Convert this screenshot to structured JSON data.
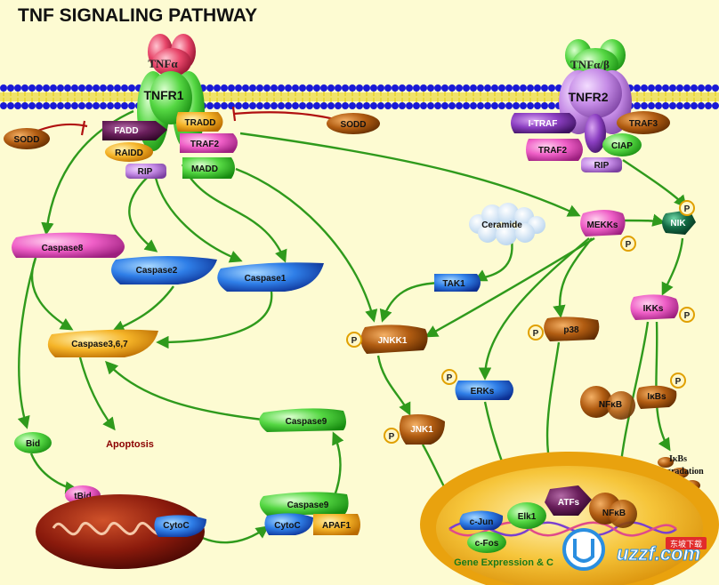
{
  "title": "TNF SIGNALING PATHWAY",
  "receptors": {
    "tnfa": "TNFα",
    "tnfr1": "TNFR1",
    "tnfab": "TNFα/β",
    "tnfr2": "TNFR2"
  },
  "nodes": {
    "sodd_left": "SODD",
    "sodd_right": "SODD",
    "fadd": "FADD",
    "tradd": "TRADD",
    "raidd": "RAIDD",
    "traf2_left": "TRAF2",
    "rip_left": "RIP",
    "madd": "MADD",
    "itraf": "I-TRAF",
    "traf3": "TRAF3",
    "traf2_right": "TRAF2",
    "ciap": "CIAP",
    "rip_right": "RIP",
    "caspase8": "Caspase8",
    "caspase2": "Caspase2",
    "caspase1": "Caspase1",
    "caspase367": "Caspase3,6,7",
    "apoptosis": "Apoptosis",
    "bid": "Bid",
    "tbid": "tBid",
    "cytoc_mito": "CytoC",
    "caspase9_top": "Caspase9",
    "caspase9_bottom": "Caspase9",
    "cytoc_complex": "CytoC",
    "apaf1": "APAF1",
    "ceramide": "Ceramide",
    "tak1": "TAK1",
    "jnkk1": "JNKK1",
    "jnk1": "JNK1",
    "mekks": "MEKKs",
    "nik": "NIK",
    "ikks": "IKKs",
    "p38": "p38",
    "erks": "ERKs",
    "nfkb_cyto": "NFκB",
    "ikbs": "IκBs",
    "ikbs_degradation_line1": "IκBs",
    "ikbs_degradation_line2": "Degradation",
    "cjun": "c-Jun",
    "cfos": "c-Fos",
    "elk1": "Elk1",
    "atfs": "ATFs",
    "nfkb_nucleus": "NFκB",
    "gene_expression": "Gene Expression & C",
    "phospho": "P"
  },
  "watermark": {
    "brand": "uzzf.com",
    "tagline": "东坡下载"
  },
  "colors": {
    "background": "#fdfbd2",
    "arrow": "#2f9a1c",
    "inhibition": "#b01010",
    "membrane_head": "#1a1ad6",
    "membrane_tail": "#e8d83a",
    "nucleus": "#f2b21b"
  }
}
